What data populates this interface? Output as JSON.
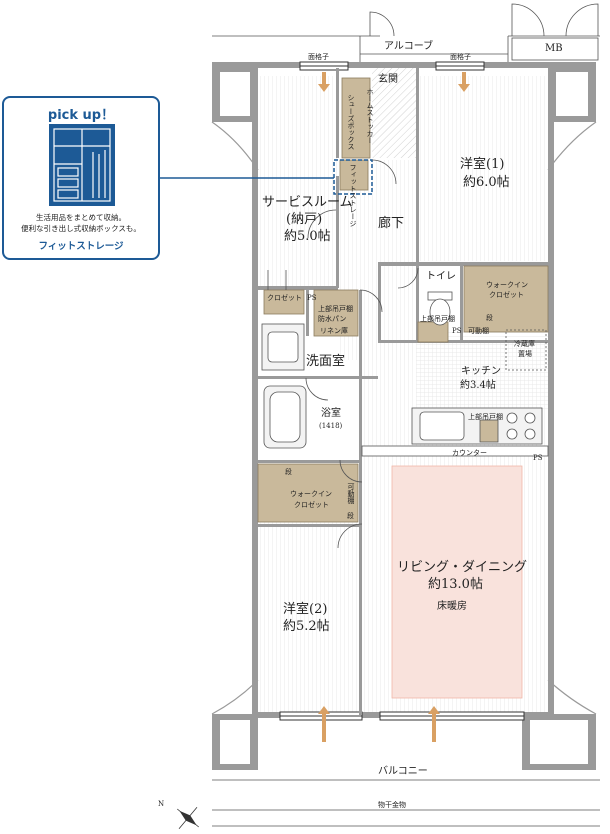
{
  "rooms": {
    "alcove": "アルコーブ",
    "mb": "MB",
    "genkan": "玄関",
    "shoes_box": "シューズボックス",
    "home_stocker": "ホームストッカー",
    "fit_storage": "フィットストレージ",
    "service_room": "サービスルーム",
    "nando": "(納戸)",
    "service_room_size": "約5.0帖",
    "corridor": "廊下",
    "western1": "洋室(1)",
    "western1_size": "約6.0帖",
    "toilet": "トイレ",
    "wic1_line1": "ウォークイン",
    "wic1_line2": "クロゼット",
    "closet": "クロゼット",
    "ps1": "PS",
    "upper_cabinet1": "上部吊戸棚",
    "waterproof_pan": "防水パン",
    "linen": "リネン庫",
    "upper_cabinet2": "上部吊戸棚",
    "ps2": "PS",
    "movable_shelf1": "可動棚",
    "fridge_line1": "冷蔵庫",
    "fridge_line2": "置場",
    "washroom": "洗面室",
    "kitchen": "キッチン",
    "kitchen_size": "約3.4帖",
    "upper_cabinet3": "上部吊戸棚",
    "bath": "浴室",
    "bath_size": "(1418)",
    "counter": "カウンター",
    "ps3": "PS",
    "wic2_line1": "ウォークイン",
    "wic2_line2": "クロゼット",
    "movable_shelf2": "可動棚",
    "living": "リビング・ダイニング",
    "living_size": "約13.0帖",
    "floor_heating": "床暖房",
    "western2": "洋室(2)",
    "western2_size": "約5.2帖",
    "balcony": "バルコニー",
    "grill1": "面格子",
    "grill2": "面格子",
    "laundry": "物干金物",
    "north": "N",
    "dan1": "段",
    "dan2": "段",
    "dan3": "段"
  },
  "pickup": {
    "title": "pick up！",
    "desc_line1": "生活用品をまとめて収納。",
    "desc_line2": "便利な引き出し式収納ボックスも。",
    "name": "フィットストレージ"
  },
  "colors": {
    "wall": "#9a9a9a",
    "storage": "#c9b99b",
    "living_fill": "#f9e2dc",
    "accent": "#1d5a96",
    "arrow": "#d9a063"
  }
}
